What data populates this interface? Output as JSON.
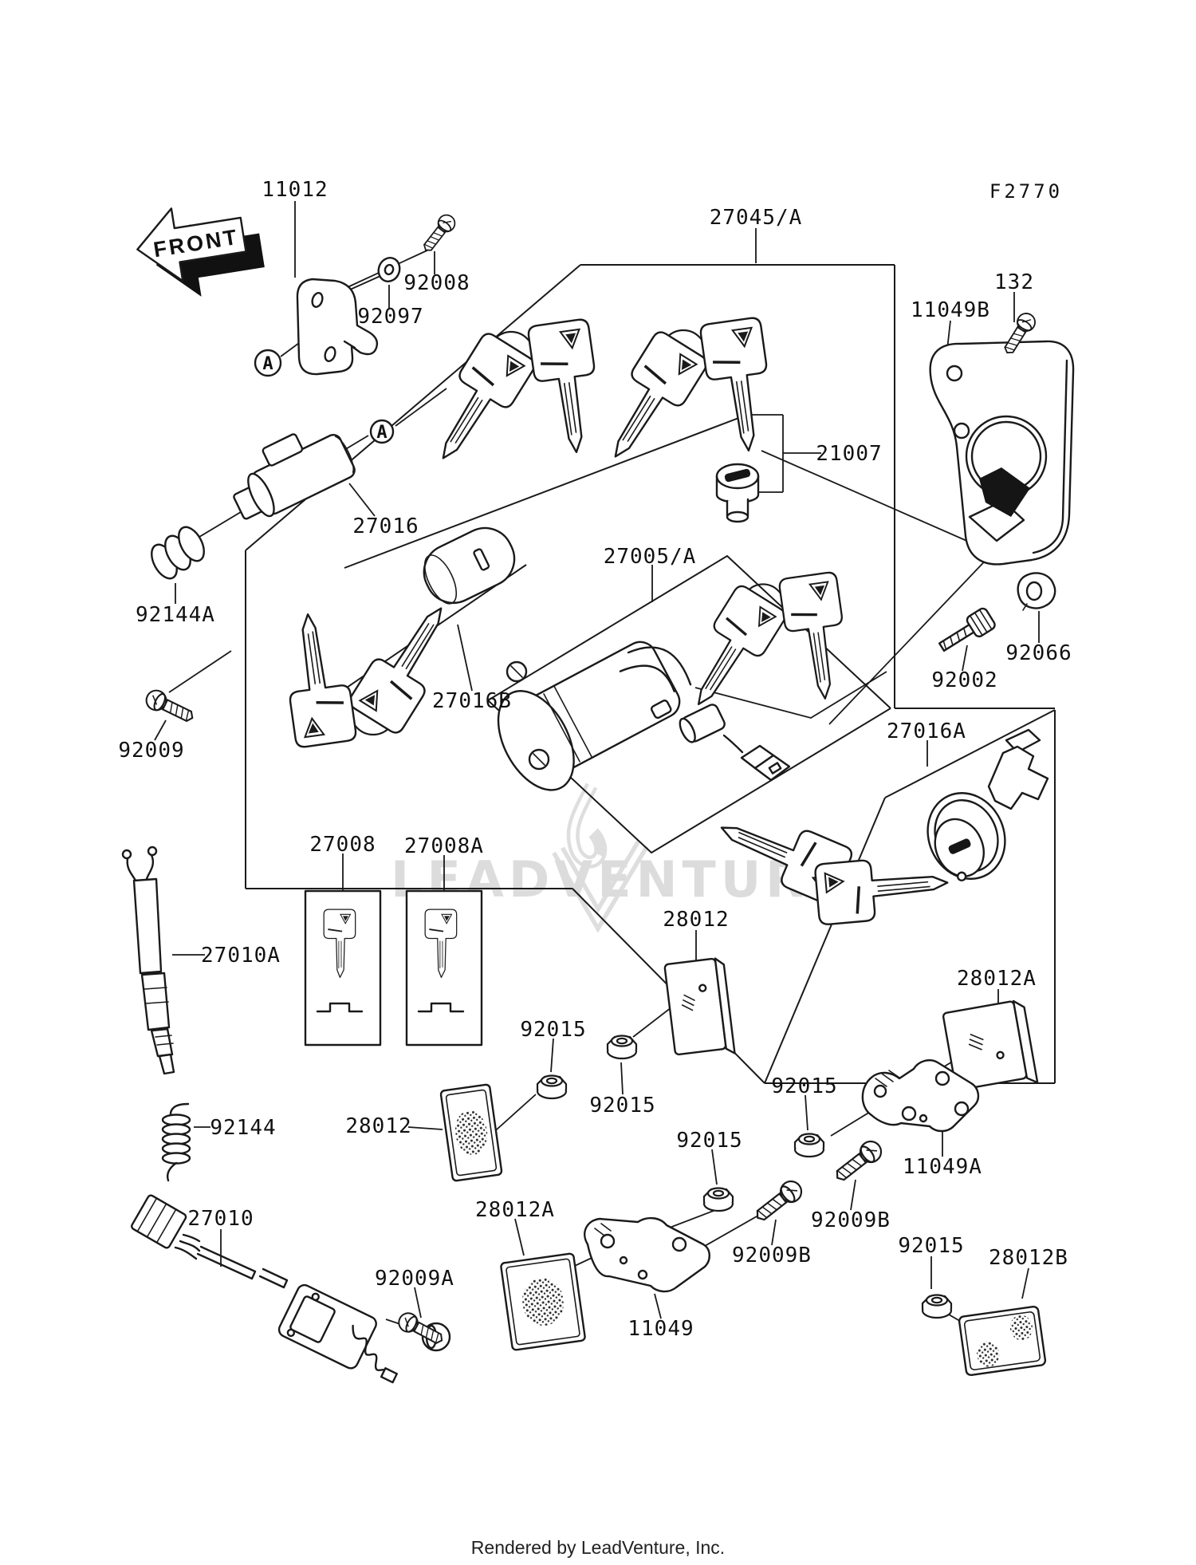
{
  "diagram": {
    "figure_code": "F2770",
    "front_arrow": "FRONT",
    "watermark": "LEADVENTURE",
    "footer": "Rendered by LeadVenture, Inc.",
    "colors": {
      "line": "#1a1a1a",
      "watermark": "#dcdcdc",
      "background": "#ffffff"
    },
    "callouts": {
      "a1": "A",
      "a2": "A"
    },
    "labels": [
      {
        "part": "11012",
        "text": "11012"
      },
      {
        "part": "92008",
        "text": "92008"
      },
      {
        "part": "92097",
        "text": "92097"
      },
      {
        "part": "27045/A",
        "text": "27045/A"
      },
      {
        "part": "132",
        "text": "132"
      },
      {
        "part": "11049B",
        "text": "11049B"
      },
      {
        "part": "21007",
        "text": "21007"
      },
      {
        "part": "27016",
        "text": "27016"
      },
      {
        "part": "92144A",
        "text": "92144A"
      },
      {
        "part": "27005/A",
        "text": "27005/A"
      },
      {
        "part": "27016B",
        "text": "27016B"
      },
      {
        "part": "92009",
        "text": "92009"
      },
      {
        "part": "92066",
        "text": "92066"
      },
      {
        "part": "92002",
        "text": "92002"
      },
      {
        "part": "27016A",
        "text": "27016A"
      },
      {
        "part": "27008",
        "text": "27008"
      },
      {
        "part": "27008A",
        "text": "27008A"
      },
      {
        "part": "27010A",
        "text": "27010A"
      },
      {
        "part": "92144",
        "text": "92144"
      },
      {
        "part": "28012",
        "text": "28012"
      },
      {
        "part": "92015",
        "text": "92015"
      },
      {
        "part": "92015",
        "text": "92015"
      },
      {
        "part": "28012",
        "text": "28012"
      },
      {
        "part": "28012A",
        "text": "28012A"
      },
      {
        "part": "92015",
        "text": "92015"
      },
      {
        "part": "11049A",
        "text": "11049A"
      },
      {
        "part": "92009B",
        "text": "92009B"
      },
      {
        "part": "28012A",
        "text": "28012A"
      },
      {
        "part": "92015",
        "text": "92015"
      },
      {
        "part": "92009B",
        "text": "92009B"
      },
      {
        "part": "27010",
        "text": "27010"
      },
      {
        "part": "92009A",
        "text": "92009A"
      },
      {
        "part": "11049",
        "text": "11049"
      },
      {
        "part": "92015",
        "text": "92015"
      },
      {
        "part": "28012B",
        "text": "28012B"
      }
    ]
  }
}
